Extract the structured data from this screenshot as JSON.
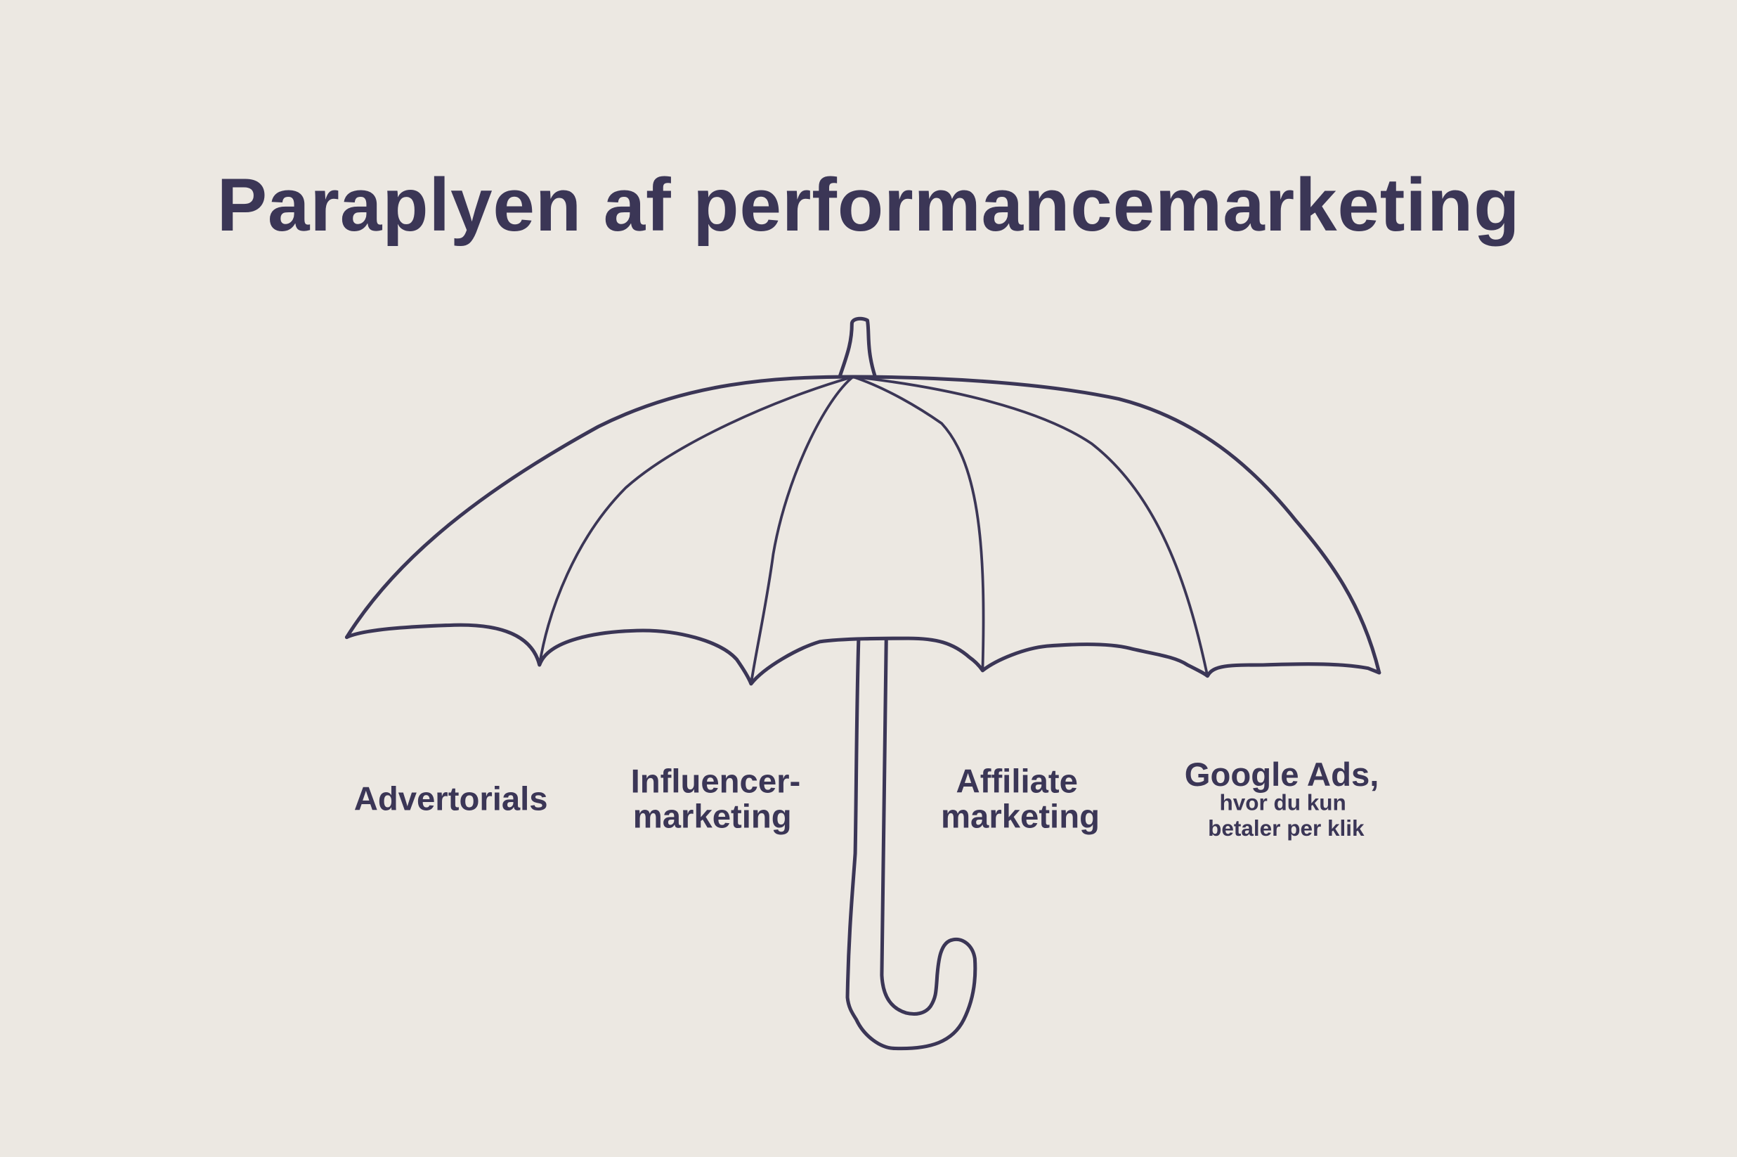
{
  "title": "Paraplyen af performancemarketing",
  "colors": {
    "background": "#ECE8E2",
    "ink": "#3B3656"
  },
  "umbrella": {
    "icon": "umbrella-illustration",
    "labels": [
      {
        "lines": [
          "Advertorials"
        ]
      },
      {
        "lines": [
          "Influencer-",
          "marketing"
        ]
      },
      {
        "lines": [
          "Affiliate",
          "marketing"
        ]
      },
      {
        "lines": [
          "Google Ads,",
          "hvor du kun",
          "betaler per klik"
        ]
      }
    ]
  }
}
